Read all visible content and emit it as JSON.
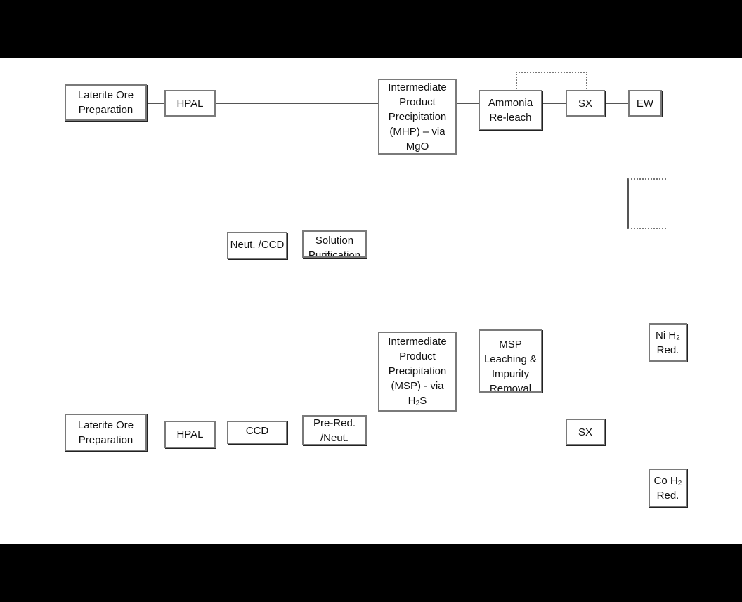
{
  "top_row": {
    "ore_prep": [
      "Laterite Ore",
      "Preparation"
    ],
    "hpal": "HPAL",
    "mhp": [
      "Intermediate",
      "Product",
      "Precipitation",
      "(MHP) – via",
      "MgO"
    ],
    "ammonia": [
      "Ammonia",
      "Re-leach"
    ],
    "sx": "SX",
    "ew": "EW"
  },
  "middle_row": {
    "neut_ccd": "Neut. /CCD",
    "solution_purification": [
      "Solution",
      "Purification"
    ]
  },
  "bottom_row": {
    "ore_prep": [
      "Laterite Ore",
      "Preparation"
    ],
    "hpal": "HPAL",
    "ccd": "CCD",
    "pre_red": [
      "Pre-Red.",
      "/Neut."
    ],
    "msp": [
      "Intermediate",
      "Product",
      "Precipitation",
      "(MSP) - via",
      "H₂S"
    ],
    "msp_leach": [
      "MSP",
      "Leaching &",
      "Impurity",
      "Removal"
    ],
    "sx": "SX",
    "ni_red": [
      "Ni H₂",
      "Red."
    ],
    "co_red": [
      "Co H₂",
      "Red."
    ]
  }
}
